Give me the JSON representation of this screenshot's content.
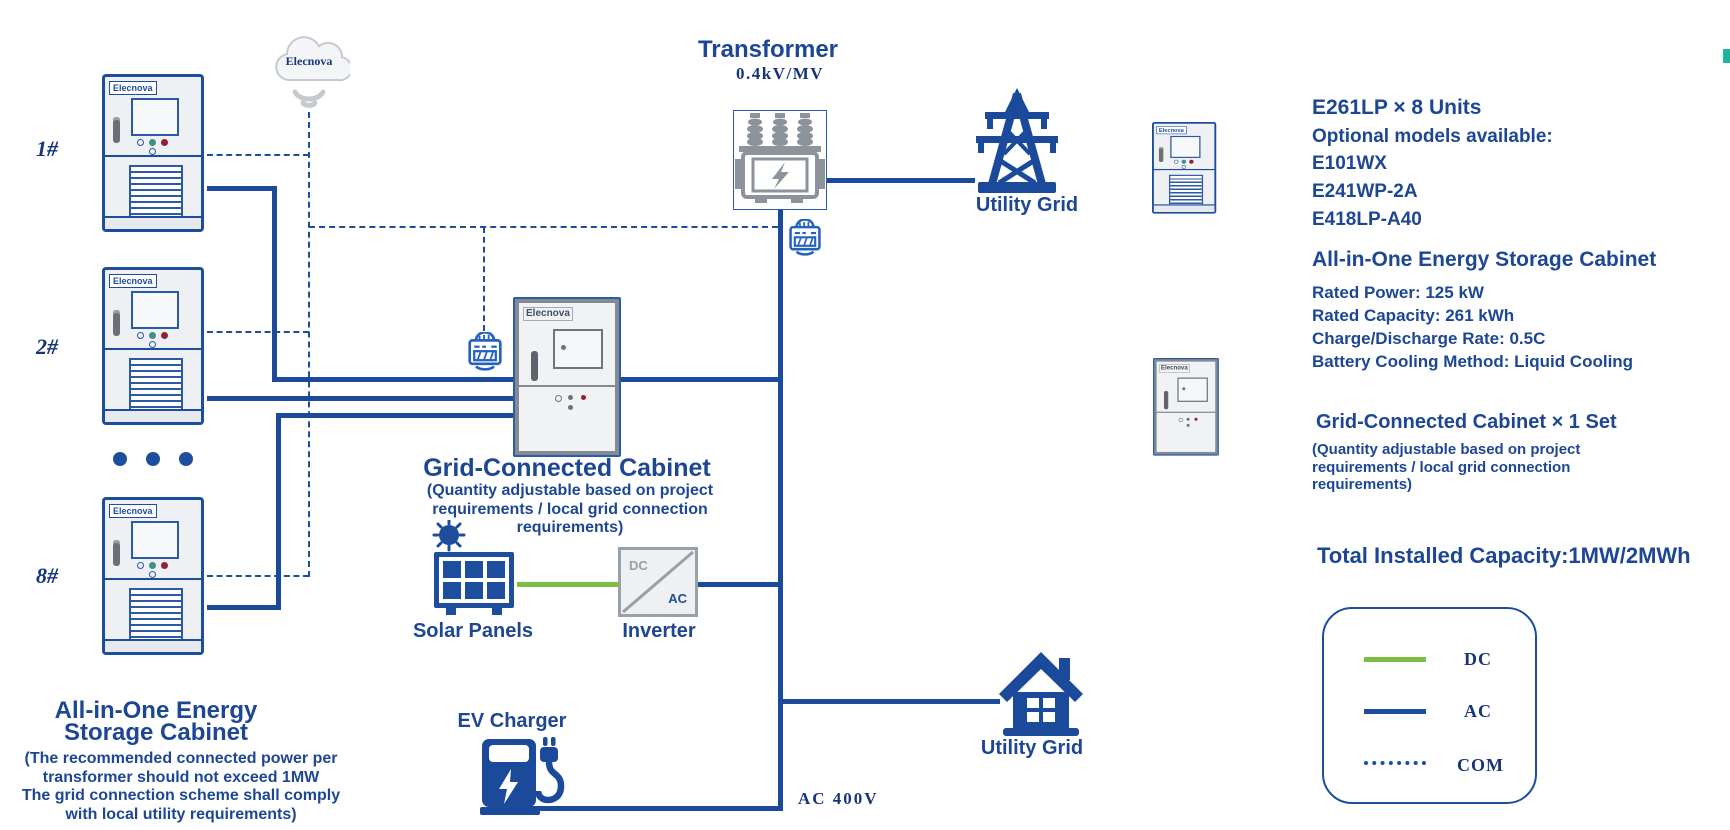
{
  "colors": {
    "primary_blue": "#1b4a9b",
    "text_blue": "#1d4795",
    "serif_navy": "#17357c",
    "dc_green": "#7ac143",
    "icon_gray": "#8d939b",
    "teal_accent": "#1db5a0"
  },
  "brand": "Elecnova",
  "cloud": {
    "label": "Elecnova"
  },
  "cabinet_ids": {
    "first": "1#",
    "second": "2#",
    "eighth": "8#"
  },
  "transformer": {
    "title": "Transformer",
    "rating": "0.4kV/MV"
  },
  "utility_grid_top": {
    "label": "Utility Grid"
  },
  "utility_grid_bottom": {
    "label": "Utility Grid"
  },
  "grid_cabinet": {
    "title": "Grid-Connected Cabinet",
    "note_line1": "(Quantity adjustable based on project",
    "note_line2": "requirements / local grid connection",
    "note_line3": "requirements)"
  },
  "solar": {
    "label": "Solar Panels"
  },
  "inverter": {
    "label": "Inverter",
    "dc": "DC",
    "ac": "AC"
  },
  "ev_charger": {
    "label": "EV Charger"
  },
  "ac_bus_label": "AC 400V",
  "left_note": {
    "title_line1": "All-in-One Energy",
    "title_line2": "Storage Cabinet",
    "body_line1": "(The recommended connected power per",
    "body_line2": "transformer should not exceed 1MW",
    "body_line3": "The grid connection scheme shall comply",
    "body_line4": "with local utility requirements)"
  },
  "right_panel": {
    "model_units": "E261LP × 8 Units",
    "optional_heading": "Optional models available:",
    "models": [
      "E101WX",
      "E241WP-2A",
      "E418LP-A40"
    ],
    "cabinet_heading": "All-in-One Energy Storage Cabinet",
    "specs": [
      "Rated Power: 125 kW",
      "Rated Capacity: 261 kWh",
      "Charge/Discharge Rate: 0.5C",
      "Battery Cooling Method: Liquid Cooling"
    ],
    "grid_cabinet_heading": "Grid-Connected Cabinet × 1 Set",
    "grid_note_line1": "(Quantity adjustable based on project",
    "grid_note_line2": "requirements / local grid connection",
    "grid_note_line3": "requirements)",
    "total_capacity": "Total Installed Capacity:1MW/2MWh"
  },
  "legend": {
    "items": [
      {
        "label": "DC"
      },
      {
        "label": "AC"
      },
      {
        "label": "COM"
      }
    ]
  }
}
